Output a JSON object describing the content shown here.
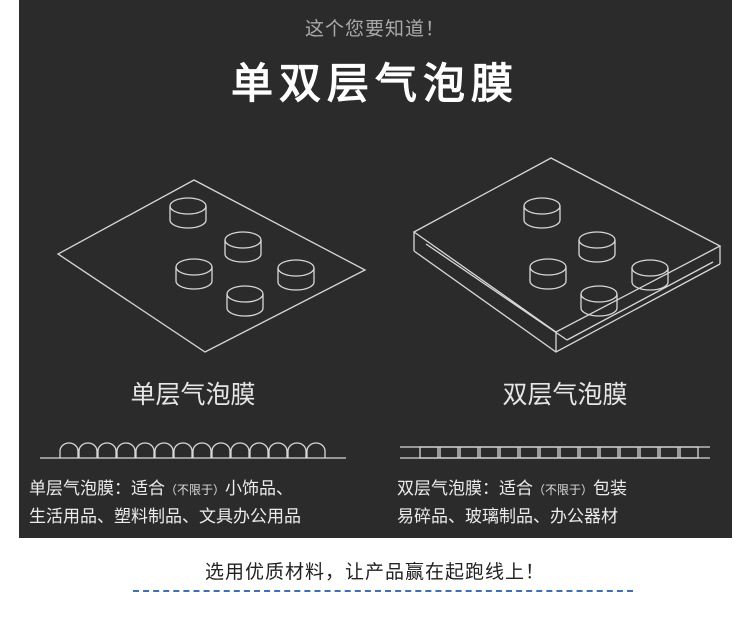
{
  "header": {
    "subtitle": "这个您要知道！",
    "title": "单双层气泡膜"
  },
  "single": {
    "label": "单层气泡膜",
    "usage_prefix": "单层气泡膜：适合",
    "usage_note": "（不限于）",
    "usage_line1_tail": "小饰品、",
    "usage_line2": "生活用品、塑料制品、文具办公用品"
  },
  "double": {
    "label": "双层气泡膜",
    "usage_prefix": "双层气泡膜：适合",
    "usage_note": "（不限于）",
    "usage_line1_tail": "包装",
    "usage_line2": "易碎品、玻璃制品、办公器材"
  },
  "footer": {
    "slogan": "选用优质材料，让产品赢在起跑线上！"
  },
  "colors": {
    "panel_bg": "#2b2b2b",
    "line": "#d8d8d8",
    "dash_accent": "#3f6fb5"
  }
}
